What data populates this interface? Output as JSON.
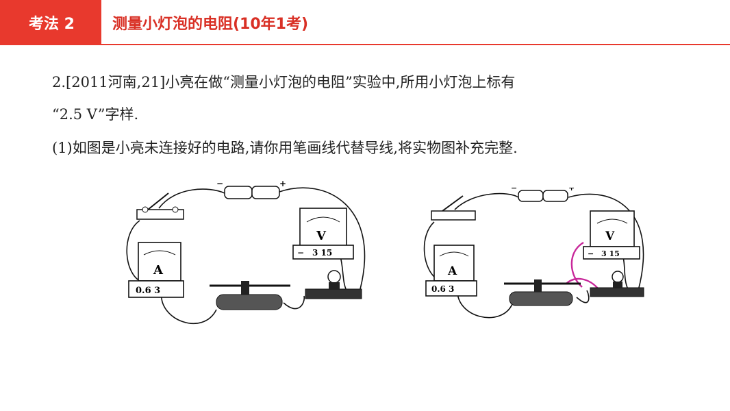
{
  "header": {
    "tag": "考法 2",
    "title": "测量小灯泡的电阻(10年1考)"
  },
  "question": {
    "line1": "2.[2011河南,21]小亮在做“测量小灯泡的电阻”实验中,所用小灯泡上标有",
    "line2": "“2.5 V”字样.",
    "line3": "(1)如图是小亮未连接好的电路,请你用笔画线代替导线,将实物图补充完整."
  },
  "circuit": {
    "battery_minus": "−",
    "battery_plus": "+",
    "ammeter_symbol": "A",
    "voltmeter_symbol": "V",
    "ammeter_terminals": "0.6 3",
    "voltmeter_terminals": "3 15",
    "voltmeter_minus": "−",
    "added_wire_color": "#c8289a"
  }
}
